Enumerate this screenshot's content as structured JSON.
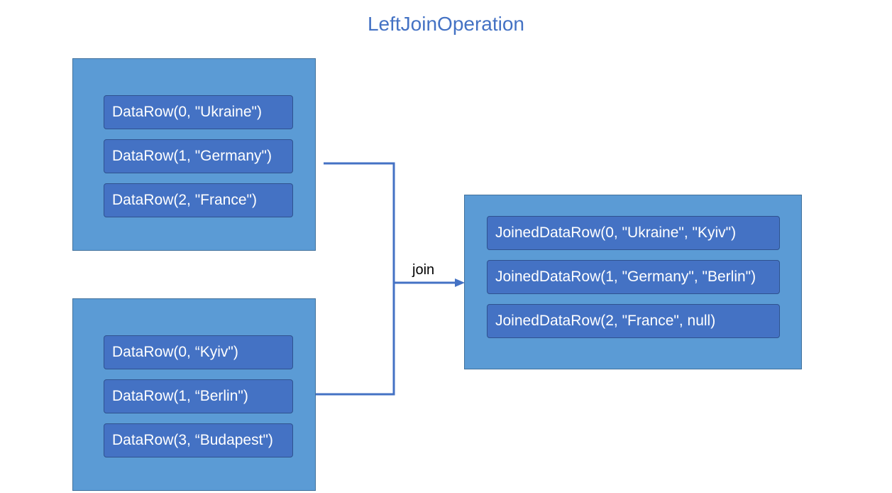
{
  "title": "LeftJoinOperation",
  "join_label": "join",
  "left_table": {
    "rows": [
      "DataRow(0, \"Ukraine\")",
      "DataRow(1, \"Germany\")",
      "DataRow(2, \"France\")"
    ]
  },
  "right_table": {
    "rows": [
      "DataRow(0, “Kyiv\")",
      "DataRow(1, “Berlin\")",
      "DataRow(3, “Budapest\")"
    ]
  },
  "result_table": {
    "rows": [
      "JoinedDataRow(0, \"Ukraine\", \"Kyiv\")",
      "JoinedDataRow(1, \"Germany\", \"Berlin\")",
      "JoinedDataRow(2, \"France\", null)"
    ]
  },
  "colors": {
    "title": "#4472C4",
    "container_fill": "#5B9BD5",
    "row_fill": "#4472C4",
    "connector": "#4472C4"
  }
}
